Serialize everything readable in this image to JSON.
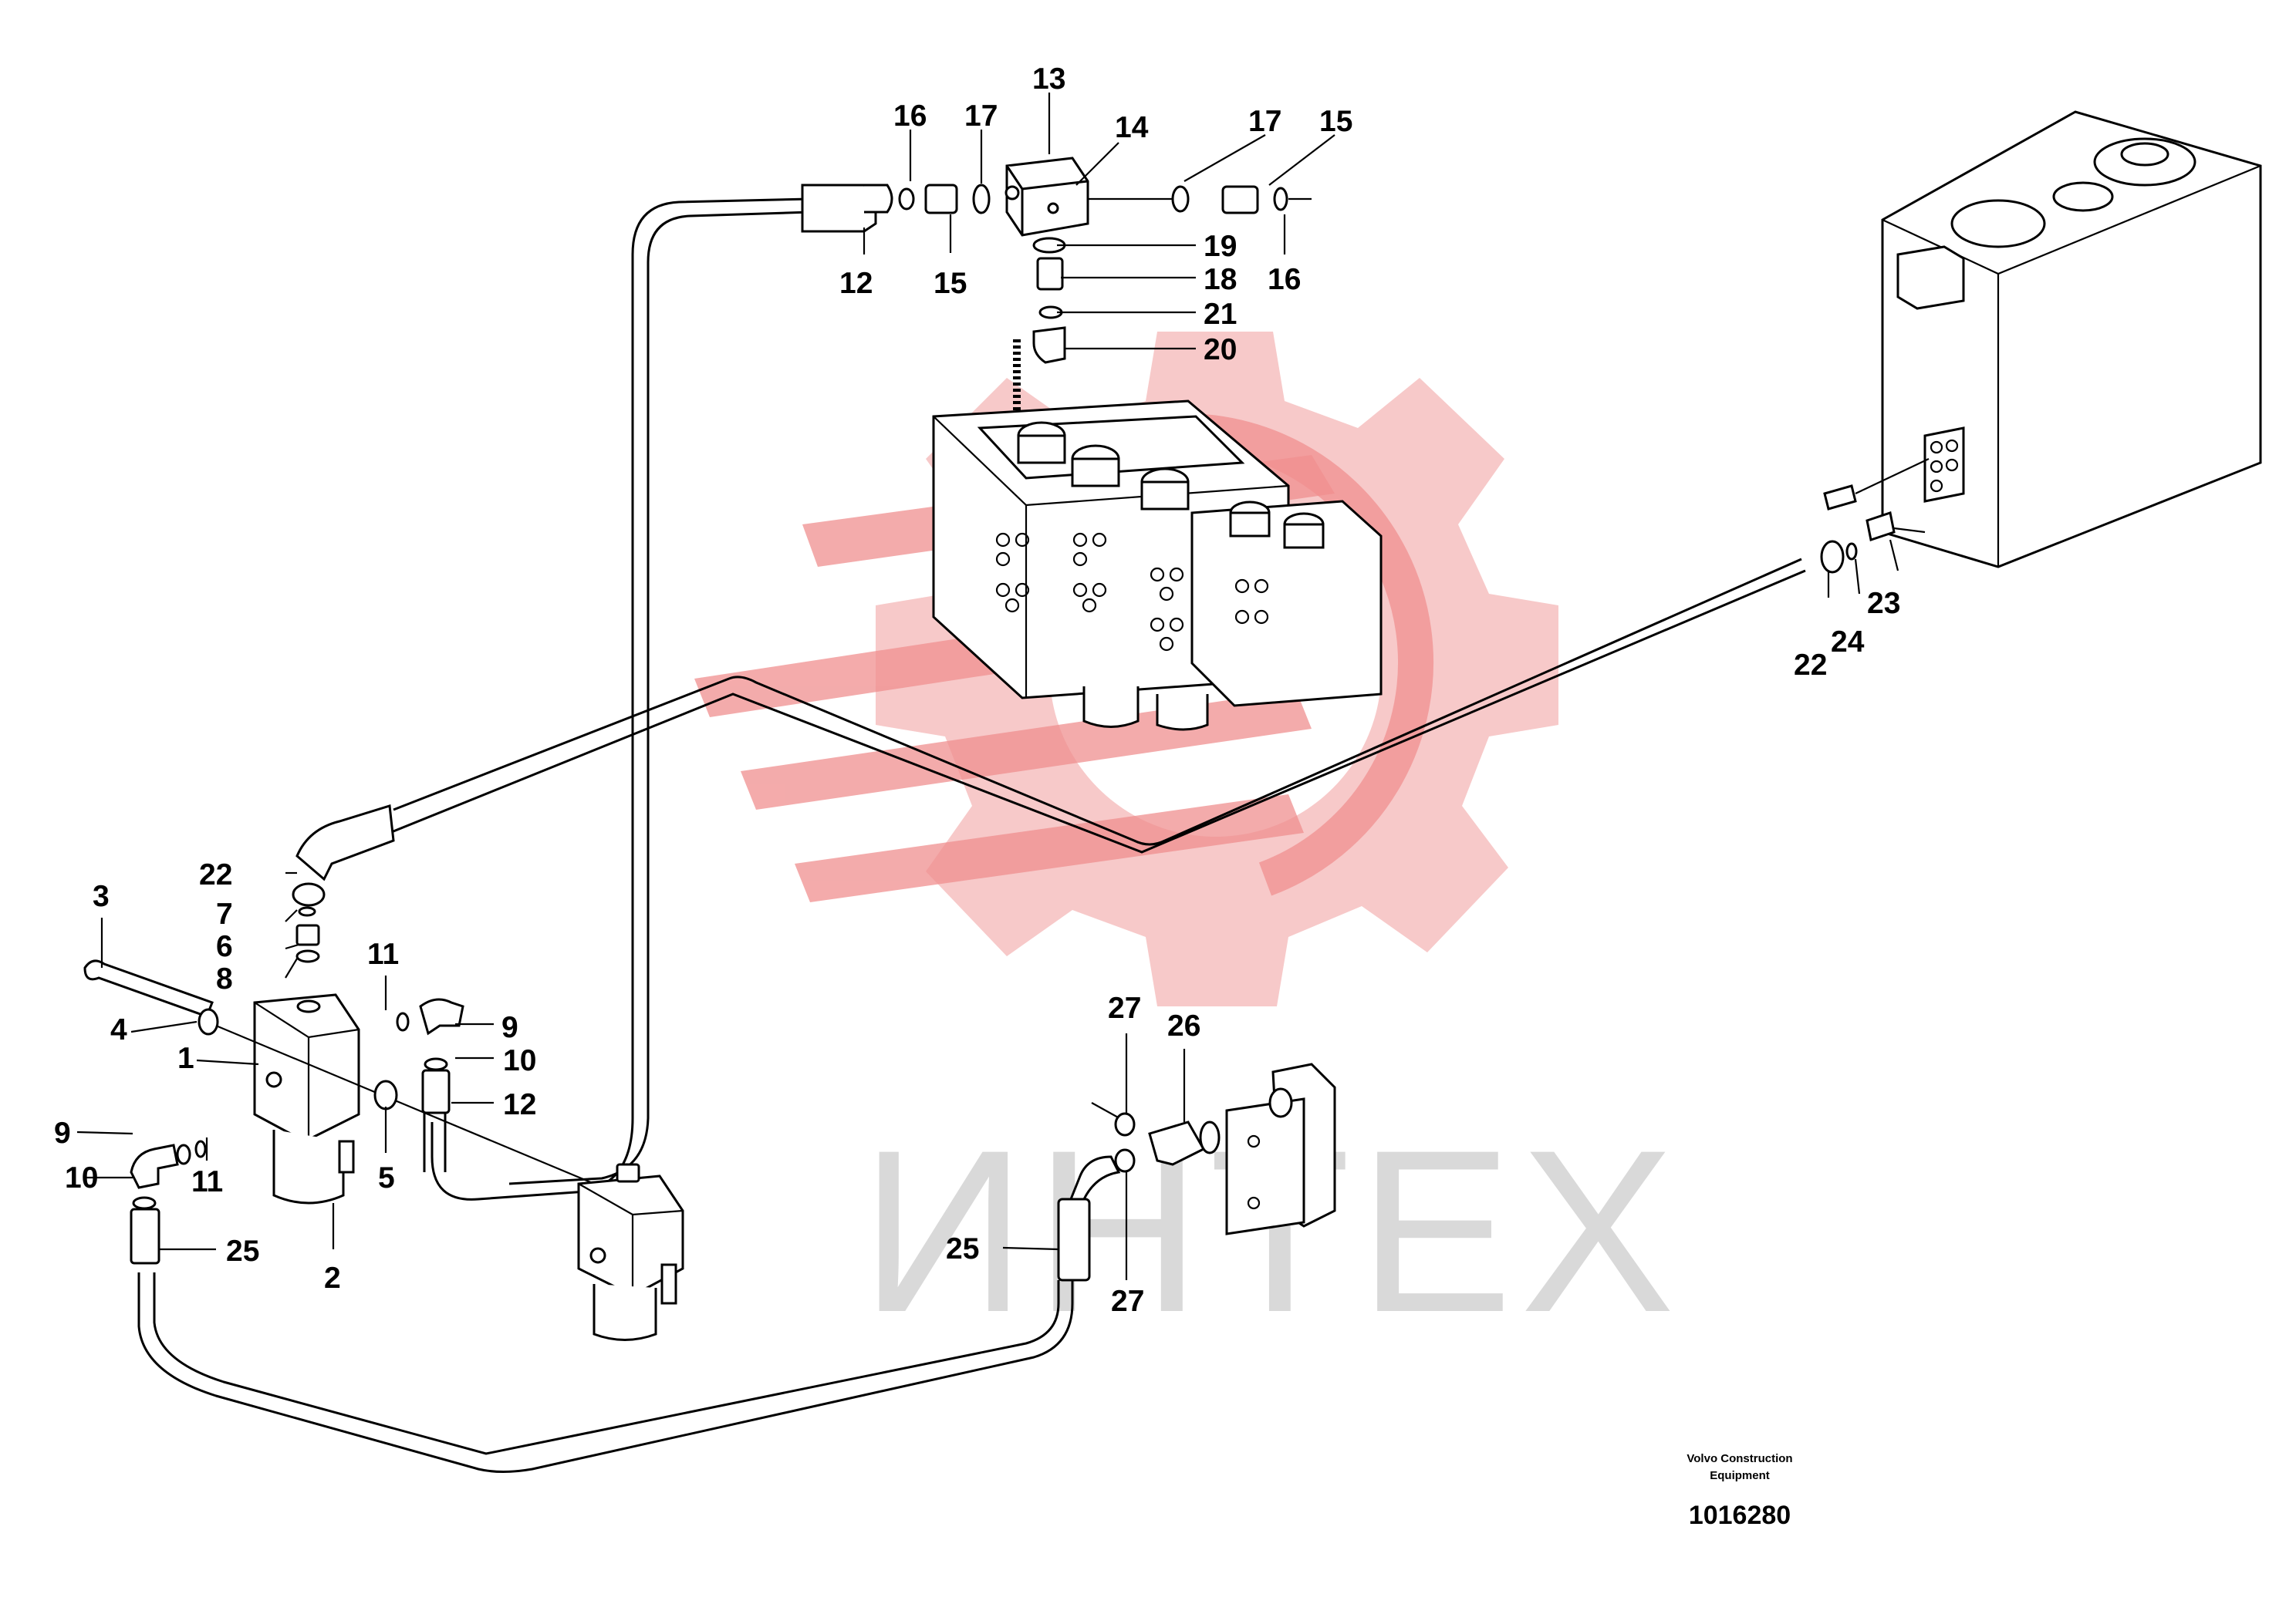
{
  "watermark": {
    "text": "ИНТЕХ",
    "gear_color": "#f7c9c9",
    "logo_color": "#f08f8f",
    "text_color": "#d9d9d9"
  },
  "caption": {
    "line1": "Volvo Construction",
    "line2": "Equipment",
    "number": "1016280"
  },
  "callouts": {
    "c13": "13",
    "c14": "14",
    "c16a": "16",
    "c17a": "17",
    "c17b": "17",
    "c15a": "15",
    "c12a": "12",
    "c15b": "15",
    "c16b": "16",
    "c19": "19",
    "c18": "18",
    "c21": "21",
    "c20": "20",
    "c22a": "22",
    "c7": "7",
    "c6": "6",
    "c8": "8",
    "c3": "3",
    "c11a": "11",
    "c9a": "9",
    "c4": "4",
    "c1": "1",
    "c10a": "10",
    "c12b": "12",
    "c9b": "9",
    "c10b": "10",
    "c11b": "11",
    "c5": "5",
    "c2": "2",
    "c25a": "25",
    "c27a": "27",
    "c26": "26",
    "c25b": "25",
    "c27b": "27",
    "c23": "23",
    "c24": "24",
    "c22b": "22"
  }
}
